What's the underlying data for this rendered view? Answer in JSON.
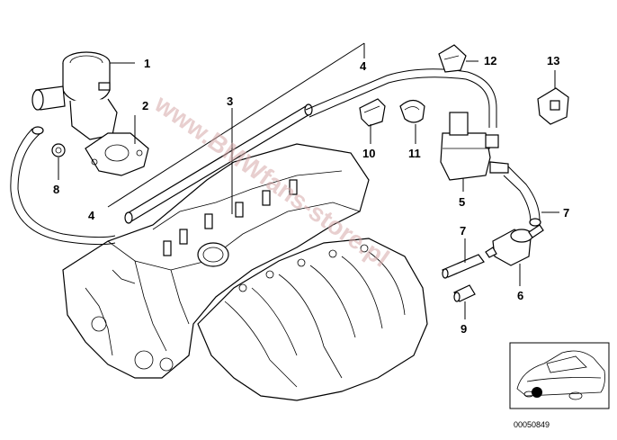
{
  "diagram": {
    "callouts": [
      {
        "id": "1",
        "label": "1"
      },
      {
        "id": "2",
        "label": "2"
      },
      {
        "id": "3",
        "label": "3"
      },
      {
        "id": "4a",
        "label": "4"
      },
      {
        "id": "4b",
        "label": "4"
      },
      {
        "id": "5",
        "label": "5"
      },
      {
        "id": "6",
        "label": "6"
      },
      {
        "id": "7a",
        "label": "7"
      },
      {
        "id": "7b",
        "label": "7"
      },
      {
        "id": "8",
        "label": "8"
      },
      {
        "id": "9",
        "label": "9"
      },
      {
        "id": "10",
        "label": "10"
      },
      {
        "id": "11",
        "label": "11"
      },
      {
        "id": "12",
        "label": "12"
      },
      {
        "id": "13",
        "label": "13"
      }
    ],
    "watermark": "www.BMWfans-store.pl",
    "diagram_code": "00050849"
  }
}
